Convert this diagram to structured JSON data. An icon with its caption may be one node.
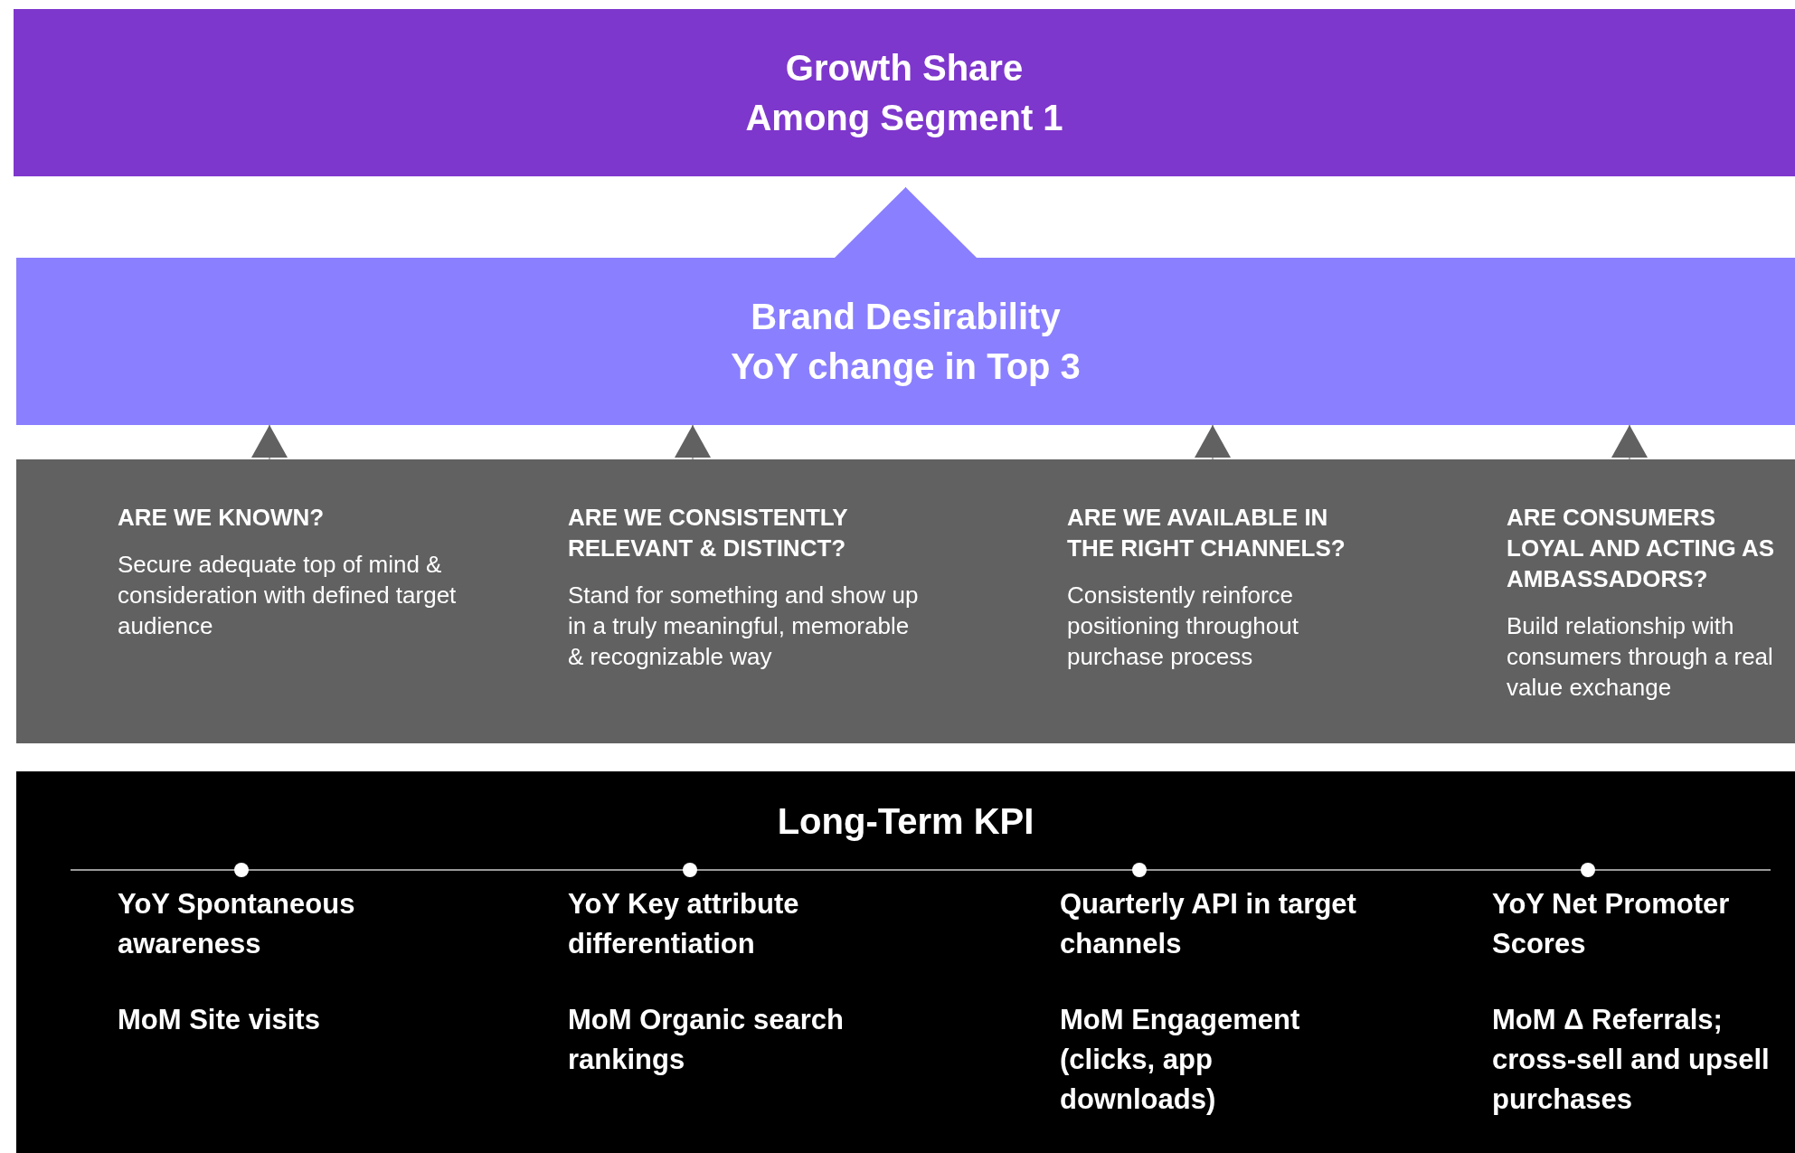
{
  "diagram": {
    "nodes": [
      {
        "text": [
          "Growth Share",
          "Among Segment 1"
        ]
      },
      {
        "text": [
          "Brand Desirability",
          "YoY change in Top 3"
        ]
      },
      {
        "text": [],
        "shape": "box"
      },
      {
        "text": [
          "ARE WE KNOWN?",
          "Secure adequate top of mind & consideration with defined target audience"
        ],
        "in": 2
      },
      {
        "text": [
          "ARE WE CONSISTENTLY RELEVANT & DISTINCT?",
          "Stand for something and show up in a truly meaningful, memorable & recognizable way"
        ],
        "in": 2
      },
      {
        "text": [
          "ARE WE AVAILABLE IN THE RIGHT CHANNELS?",
          "Consistently reinforce positioning throughout purchase process"
        ],
        "in": 2
      },
      {
        "text": [
          "ARE CONSUMERS LOYAL AND ACTING AS AMBASSADORS?",
          "Build relationship with consumers through a real value exchange"
        ],
        "in": 2
      },
      {
        "text": [
          "Long-Term KPI"
        ]
      },
      {
        "text": [
          "YoY Spontaneous awareness",
          "MoM Site visits"
        ],
        "in": 7
      },
      {
        "text": [
          "YoY Key attribute differentiation",
          "MoM Organic search rankings"
        ],
        "in": 7
      },
      {
        "text": [
          "Quarterly API in target channels",
          "MoM Engagement (clicks, app downloads)"
        ],
        "in": 7
      },
      {
        "text": [
          "YoY Net Promoter Scores",
          "MoM Δ Referrals; cross-sell and upsell purchases"
        ],
        "in": 7
      }
    ],
    "edges": [
      {
        "from": 1,
        "to": 0,
        "arrow": "to",
        "color": "#8a7fff"
      },
      {
        "from": 3,
        "to": 1,
        "arrow": "to"
      },
      {
        "from": 4,
        "to": 1,
        "arrow": "to"
      },
      {
        "from": 5,
        "to": 1,
        "arrow": "to"
      },
      {
        "from": 6,
        "to": 1,
        "arrow": "to"
      }
    ]
  }
}
